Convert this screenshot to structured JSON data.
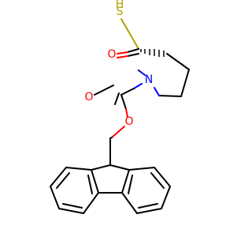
{
  "molecule": {
    "atoms": {
      "sulfur": "S",
      "sulfur_h": "H",
      "thio_oxygen": "O",
      "nitrogen": "N",
      "carbamate_oxygen": "O",
      "ester_oxygen": "O"
    },
    "colors": {
      "bond": "#000000",
      "sulfur": "#b5a000",
      "oxygen": "#ff0000",
      "nitrogen": "#0000ff",
      "carbon": "#000000"
    }
  }
}
